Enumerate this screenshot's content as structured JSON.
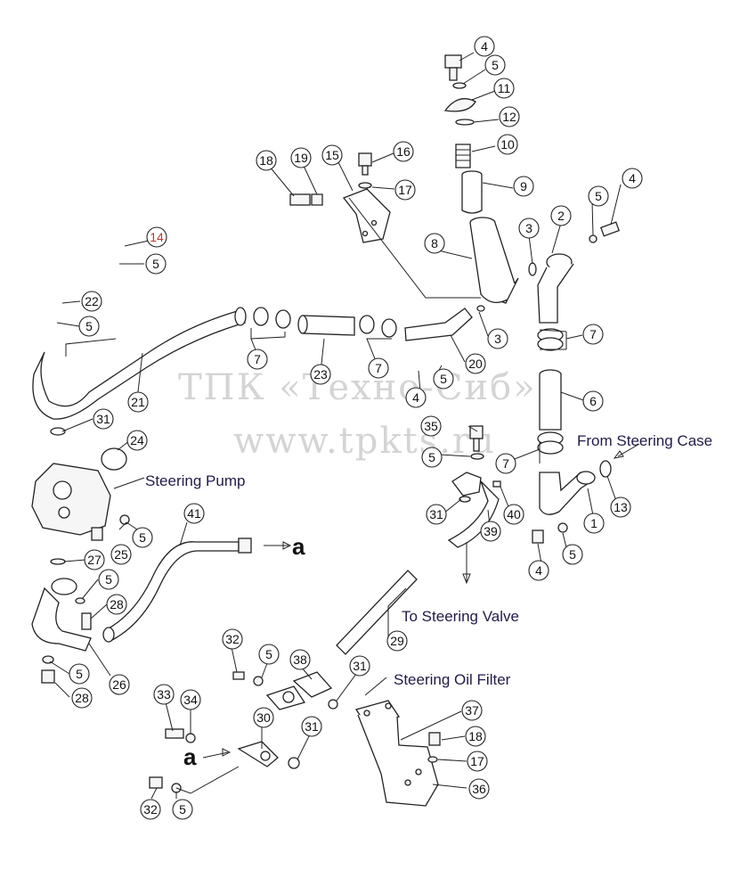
{
  "watermark": {
    "line1": "ТПК «Техно-Сиб»",
    "line2": "www.tpkts.ru"
  },
  "labels": {
    "steering_pump": "Steering Pump",
    "from_steering_case": "From Steering Case",
    "to_steering_valve": "To Steering Valve",
    "steering_oil_filter": "Steering Oil Filter",
    "connection_a": "a"
  },
  "callouts": {
    "c1": "1",
    "c2": "2",
    "c3a": "3",
    "c3b": "3",
    "c4a": "4",
    "c4b": "4",
    "c4c": "4",
    "c4d": "4",
    "c5a": "5",
    "c5b": "5",
    "c5c": "5",
    "c5d": "5",
    "c5e": "5",
    "c5f": "5",
    "c5g": "5",
    "c5h": "5",
    "c5i": "5",
    "c5j": "5",
    "c5k": "5",
    "c6": "6",
    "c7a": "7",
    "c7b": "7",
    "c7c": "7",
    "c7d": "7",
    "c8": "8",
    "c9": "9",
    "c10": "10",
    "c11": "11",
    "c12": "12",
    "c13": "13",
    "c14": "14",
    "c15": "15",
    "c16": "16",
    "c17a": "17",
    "c17b": "17",
    "c18a": "18",
    "c18b": "18",
    "c19": "19",
    "c20": "20",
    "c21": "21",
    "c22": "22",
    "c23": "23",
    "c24": "24",
    "c25": "25",
    "c26": "26",
    "c27": "27",
    "c28a": "28",
    "c28b": "28",
    "c29": "29",
    "c30": "30",
    "c31a": "31",
    "c31b": "31",
    "c31c": "31",
    "c31d": "31",
    "c32a": "32",
    "c32b": "32",
    "c33": "33",
    "c34": "34",
    "c35": "35",
    "c36": "36",
    "c37": "37",
    "c38": "38",
    "c39": "39",
    "c40": "40",
    "c41": "41"
  },
  "colors": {
    "line": "#222222",
    "label_text": "#231a4a",
    "highlight_callout": "#c0392b",
    "watermark": "#d4d4d4"
  }
}
